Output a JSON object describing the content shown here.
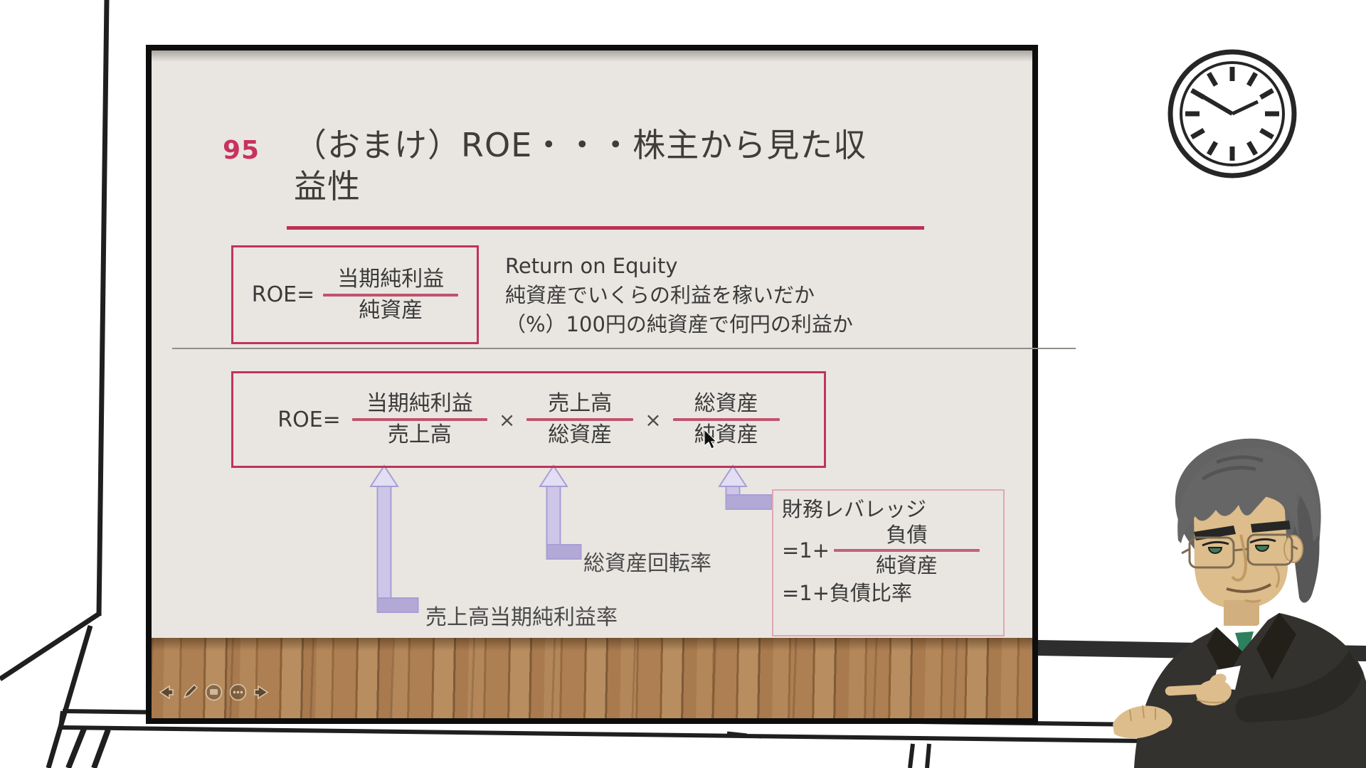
{
  "slide": {
    "slide_number": "95",
    "title_line1": "（おまけ）ROE・・・株主から見た収",
    "title_line2": "益性",
    "roe_basic": {
      "lhs": "ROE=",
      "numerator": "当期純利益",
      "denominator": "純資産"
    },
    "roe_note": {
      "line1": "Return on Equity",
      "line2": "純資産でいくらの利益を稼いだか",
      "line3": "（%）100円の純資産で何円の利益か"
    },
    "roe_decomposition": {
      "lhs": "ROE=",
      "times": "×",
      "fractions": [
        {
          "numerator": "当期純利益",
          "denominator": "売上高"
        },
        {
          "numerator": "売上高",
          "denominator": "総資産"
        },
        {
          "numerator": "総資産",
          "denominator": "純資産"
        }
      ]
    },
    "arrow_labels": {
      "net_profit_margin": "売上高当期純利益率",
      "asset_turnover": "総資産回転率"
    },
    "leverage_box": {
      "title": "財務レバレッジ",
      "formula_prefix": "=1+",
      "numerator": "負債",
      "denominator": "純資産",
      "second_line": "=1+負債比率"
    },
    "nav_controls": [
      "previous-slide",
      "pen",
      "display",
      "more-options",
      "next-slide"
    ]
  },
  "scene": {
    "icons": [
      "wall-clock-icon",
      "teacher-character",
      "mouse-cursor"
    ],
    "colors": {
      "slide_background": "#e9e6e1",
      "accent_crimson": "#c03459",
      "fraction_bar": "#c0546f",
      "leverage_border": "#e0a6b6",
      "arrow_lavender": "#cdc6e8",
      "floor_brown": "#a87a4e",
      "suit": "#34322e",
      "tie_green": "#2e7f5d",
      "line_art": "#1f1f1f"
    }
  }
}
